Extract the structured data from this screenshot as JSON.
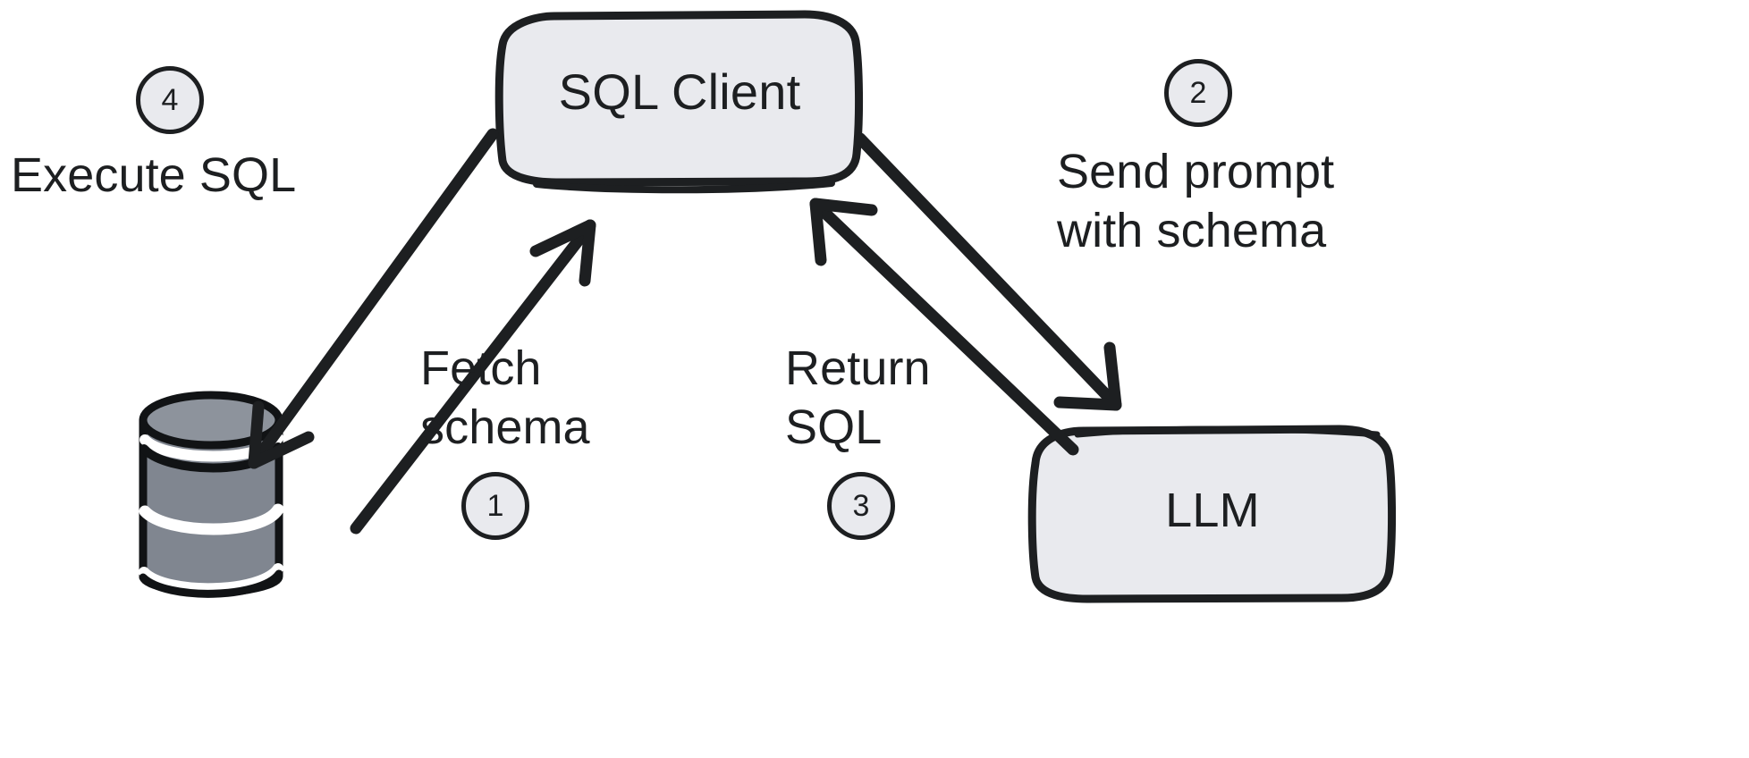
{
  "diagram": {
    "title": "SQL Client LLM database workflow",
    "background_color": "#ffffff",
    "stroke_color": "#1d1f21",
    "node_fill": "#e9eaee",
    "database_fill": "#808690"
  },
  "nodes": [
    {
      "id": "sql-client",
      "label": "SQL Client",
      "shape": "rounded-rect",
      "fill": "#e9eaee"
    },
    {
      "id": "llm",
      "label": "LLM",
      "shape": "rounded-rect",
      "fill": "#e9eaee"
    },
    {
      "id": "database",
      "label": "",
      "shape": "cylinder",
      "fill": "#808690"
    }
  ],
  "edges": [
    {
      "id": "edge-fetch-schema",
      "step": "1",
      "label": "Fetch\nschema",
      "from": "database",
      "to": "sql-client"
    },
    {
      "id": "edge-send-prompt",
      "step": "2",
      "label": "Send prompt\nwith schema",
      "from": "sql-client",
      "to": "llm"
    },
    {
      "id": "edge-return-sql",
      "step": "3",
      "label": "Return\nSQL",
      "from": "llm",
      "to": "sql-client"
    },
    {
      "id": "edge-execute-sql",
      "step": "4",
      "label": "Execute SQL",
      "from": "sql-client",
      "to": "database"
    }
  ],
  "steps": {
    "one": "1",
    "two": "2",
    "three": "3",
    "four": "4"
  },
  "labels": {
    "execute_sql": "Execute SQL",
    "send_prompt_with_schema": "Send prompt\nwith schema",
    "fetch_schema": "Fetch\nschema",
    "return_sql": "Return\nSQL",
    "sql_client": "SQL Client",
    "llm": "LLM"
  }
}
